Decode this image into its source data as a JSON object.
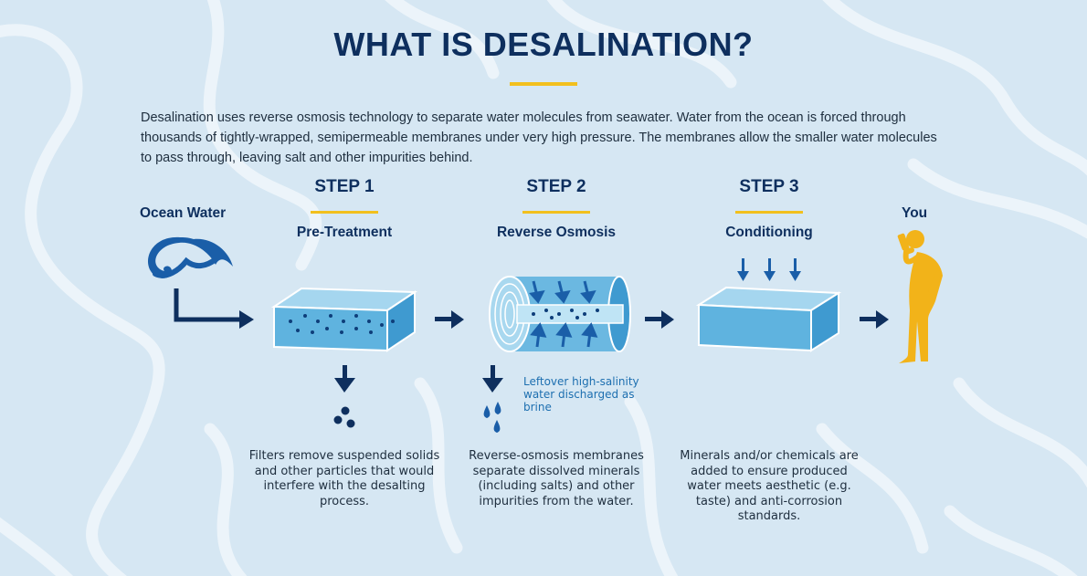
{
  "title": "WHAT IS DESALINATION?",
  "intro": "Desalination uses reverse osmosis technology to separate water molecules from seawater. Water from the ocean is forced through thousands of tightly-wrapped, semipermeable membranes under very high pressure. The membranes allow the smaller water molecules to pass through, leaving salt and other impurities behind.",
  "source_label": "Ocean Water",
  "destination_label": "You",
  "steps": [
    {
      "heading": "STEP 1",
      "name": "Pre-Treatment",
      "description": "Filters remove suspended solids and other particles that would interfere with the desalting process."
    },
    {
      "heading": "STEP 2",
      "name": "Reverse Osmosis",
      "description": "Reverse-osmosis membranes separate dissolved minerals (including salts) and other impurities from the water.",
      "byproduct": "Leftover high-salinity water discharged as brine"
    },
    {
      "heading": "STEP 3",
      "name": "Conditioning",
      "description": "Minerals and/or chemicals are added to ensure produced water meets aesthetic (e.g. taste) and anti-corrosion standards."
    }
  ],
  "colors": {
    "background": "#d6e7f3",
    "navy": "#0e2f5e",
    "accent": "#f2c01e",
    "water": "#5fb3df",
    "brine_text": "#1d6fb0"
  },
  "icons": [
    "wave-icon",
    "filter-tank-icon",
    "membrane-cylinder-icon",
    "conditioning-tank-icon",
    "person-drinking-icon",
    "particles-icon",
    "brine-drops-icon"
  ]
}
